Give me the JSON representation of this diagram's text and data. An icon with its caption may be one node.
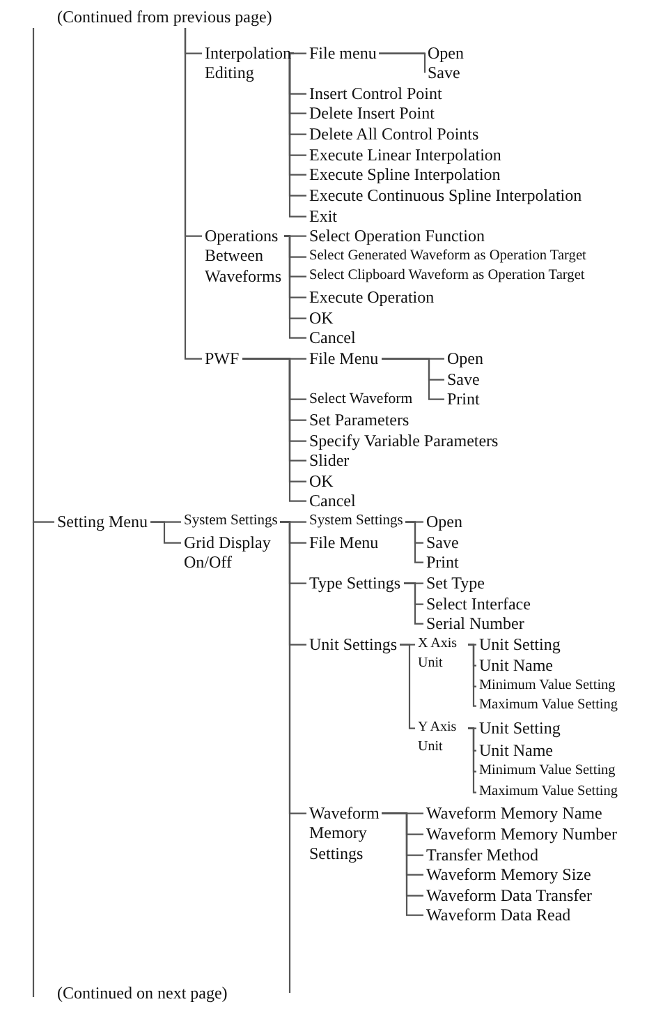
{
  "diagram": {
    "nodes": [
      {
        "text": [
          "(Continued from previous page)"
        ]
      },
      {
        "text": [
          "Interpolation Editing"
        ]
      },
      {
        "text": [
          "File menu"
        ]
      },
      {
        "text": [
          "Open"
        ]
      },
      {
        "text": [
          "Save"
        ]
      },
      {
        "text": [
          "Insert Control Point"
        ]
      },
      {
        "text": [
          "Delete Insert Point"
        ]
      },
      {
        "text": [
          "Delete All Control Points"
        ]
      },
      {
        "text": [
          "Execute Linear Interpolation"
        ]
      },
      {
        "text": [
          "Execute Spline Interpolation"
        ]
      },
      {
        "text": [
          "Execute Continuous Spline Interpolation"
        ]
      },
      {
        "text": [
          "Exit"
        ]
      },
      {
        "text": [
          "Operations Between Waveforms"
        ]
      },
      {
        "text": [
          "Select Operation Function"
        ]
      },
      {
        "text": [
          "Select Generated Waveform as Operation Target"
        ]
      },
      {
        "text": [
          "Select Clipboard Waveform as Operation Target"
        ]
      },
      {
        "text": [
          "Execute Operation"
        ]
      },
      {
        "text": [
          "OK"
        ]
      },
      {
        "text": [
          "Cancel"
        ]
      },
      {
        "text": [
          "PWF"
        ]
      },
      {
        "text": [
          "File Menu"
        ]
      },
      {
        "text": [
          "Open"
        ]
      },
      {
        "text": [
          "Save"
        ]
      },
      {
        "text": [
          "Select Waveform"
        ]
      },
      {
        "text": [
          "Print"
        ]
      },
      {
        "text": [
          "Set Parameters"
        ]
      },
      {
        "text": [
          "Specify Variable Parameters"
        ]
      },
      {
        "text": [
          "Slider"
        ]
      },
      {
        "text": [
          "OK"
        ]
      },
      {
        "text": [
          "Cancel"
        ]
      },
      {
        "text": [
          "Setting Menu"
        ]
      },
      {
        "text": [
          "System Settings"
        ]
      },
      {
        "text": [
          "System Settings"
        ]
      },
      {
        "text": [
          "Open"
        ]
      },
      {
        "text": [
          "Grid Display On/Off"
        ]
      },
      {
        "text": [
          "File Menu"
        ]
      },
      {
        "text": [
          "Save"
        ]
      },
      {
        "text": [
          "Print"
        ]
      },
      {
        "text": [
          "Type Settings"
        ]
      },
      {
        "text": [
          "Set Type"
        ]
      },
      {
        "text": [
          "Select Interface"
        ]
      },
      {
        "text": [
          "Serial Number"
        ]
      },
      {
        "text": [
          "Unit Settings"
        ]
      },
      {
        "text": [
          "X Axis Unit"
        ]
      },
      {
        "text": [
          "Unit Setting"
        ]
      },
      {
        "text": [
          "Unit Name"
        ]
      },
      {
        "text": [
          "Minimum Value Setting"
        ]
      },
      {
        "text": [
          "Maximum Value Setting"
        ]
      },
      {
        "text": [
          "Y Axis Unit"
        ]
      },
      {
        "text": [
          "Unit Setting"
        ]
      },
      {
        "text": [
          "Unit Name"
        ]
      },
      {
        "text": [
          "Minimum Value Setting"
        ]
      },
      {
        "text": [
          "Maximum Value Setting"
        ]
      },
      {
        "text": [
          "Waveform Memory Settings"
        ]
      },
      {
        "text": [
          "Waveform Memory Name"
        ]
      },
      {
        "text": [
          "Waveform Memory Number"
        ]
      },
      {
        "text": [
          "Transfer Method"
        ]
      },
      {
        "text": [
          "Waveform Memory Size"
        ]
      },
      {
        "text": [
          "Waveform Data Transfer"
        ]
      },
      {
        "text": [
          "Waveform Data Read"
        ]
      }
    ],
    "edges": [
      {
        "from": 0,
        "to": 1,
        "arrow": "none"
      },
      {
        "from": 1,
        "to": 2,
        "arrow": "none"
      },
      {
        "from": 2,
        "to": 3,
        "arrow": "none"
      },
      {
        "from": 2,
        "to": 4,
        "arrow": "none"
      },
      {
        "from": 1,
        "to": 5,
        "arrow": "none"
      },
      {
        "from": 1,
        "to": 6,
        "arrow": "none"
      },
      {
        "from": 1,
        "to": 7,
        "arrow": "none"
      },
      {
        "from": 1,
        "to": 8,
        "arrow": "none"
      },
      {
        "from": 1,
        "to": 9,
        "arrow": "none"
      },
      {
        "from": 1,
        "to": 10,
        "arrow": "none"
      },
      {
        "from": 1,
        "to": 11,
        "arrow": "none"
      },
      {
        "from": 0,
        "to": 12,
        "arrow": "none"
      },
      {
        "from": 12,
        "to": 13,
        "arrow": "none"
      },
      {
        "from": 12,
        "to": 14,
        "arrow": "none"
      },
      {
        "from": 12,
        "to": 15,
        "arrow": "none"
      },
      {
        "from": 12,
        "to": 16,
        "arrow": "none"
      },
      {
        "from": 12,
        "to": 17,
        "arrow": "none"
      },
      {
        "from": 12,
        "to": 18,
        "arrow": "none"
      },
      {
        "from": 0,
        "to": 19,
        "arrow": "none"
      },
      {
        "from": 19,
        "to": 20,
        "arrow": "none"
      },
      {
        "from": 20,
        "to": 21,
        "arrow": "none"
      },
      {
        "from": 20,
        "to": 22,
        "arrow": "none"
      },
      {
        "from": 20,
        "to": 24,
        "arrow": "none"
      },
      {
        "from": 19,
        "to": 23,
        "arrow": "none"
      },
      {
        "from": 19,
        "to": 25,
        "arrow": "none"
      },
      {
        "from": 19,
        "to": 26,
        "arrow": "none"
      },
      {
        "from": 19,
        "to": 27,
        "arrow": "none"
      },
      {
        "from": 19,
        "to": 28,
        "arrow": "none"
      },
      {
        "from": 19,
        "to": 29,
        "arrow": "none"
      },
      {
        "from": 0,
        "to": 30,
        "arrow": "none"
      },
      {
        "from": 30,
        "to": 31,
        "arrow": "none"
      },
      {
        "from": 30,
        "to": 34,
        "arrow": "none"
      },
      {
        "from": 31,
        "to": 32,
        "arrow": "none"
      },
      {
        "from": 32,
        "to": 33,
        "arrow": "none"
      },
      {
        "from": 32,
        "to": 36,
        "arrow": "none"
      },
      {
        "from": 32,
        "to": 37,
        "arrow": "none"
      },
      {
        "from": 31,
        "to": 35,
        "arrow": "none"
      },
      {
        "from": 31,
        "to": 38,
        "arrow": "none"
      },
      {
        "from": 38,
        "to": 39,
        "arrow": "none"
      },
      {
        "from": 38,
        "to": 40,
        "arrow": "none"
      },
      {
        "from": 38,
        "to": 41,
        "arrow": "none"
      },
      {
        "from": 31,
        "to": 42,
        "arrow": "none"
      },
      {
        "from": 42,
        "to": 43,
        "arrow": "none"
      },
      {
        "from": 43,
        "to": 44,
        "arrow": "none"
      },
      {
        "from": 43,
        "to": 45,
        "arrow": "none"
      },
      {
        "from": 43,
        "to": 46,
        "arrow": "none"
      },
      {
        "from": 43,
        "to": 47,
        "arrow": "none"
      },
      {
        "from": 42,
        "to": 48,
        "arrow": "none"
      },
      {
        "from": 48,
        "to": 49,
        "arrow": "none"
      },
      {
        "from": 48,
        "to": 50,
        "arrow": "none"
      },
      {
        "from": 48,
        "to": 51,
        "arrow": "none"
      },
      {
        "from": 48,
        "to": 52,
        "arrow": "none"
      },
      {
        "from": 31,
        "to": 53,
        "arrow": "none"
      },
      {
        "from": 53,
        "to": 54,
        "arrow": "none"
      },
      {
        "from": 53,
        "to": 55,
        "arrow": "none"
      },
      {
        "from": 53,
        "to": 56,
        "arrow": "none"
      },
      {
        "from": 53,
        "to": 57,
        "arrow": "none"
      },
      {
        "from": 53,
        "to": 58,
        "arrow": "none"
      },
      {
        "from": 53,
        "to": 59,
        "arrow": "none"
      },
      {
        "from": 31,
        "to": null,
        "arrow": "none"
      }
    ],
    "labels": [
      "(Continued on next page)"
    ]
  }
}
